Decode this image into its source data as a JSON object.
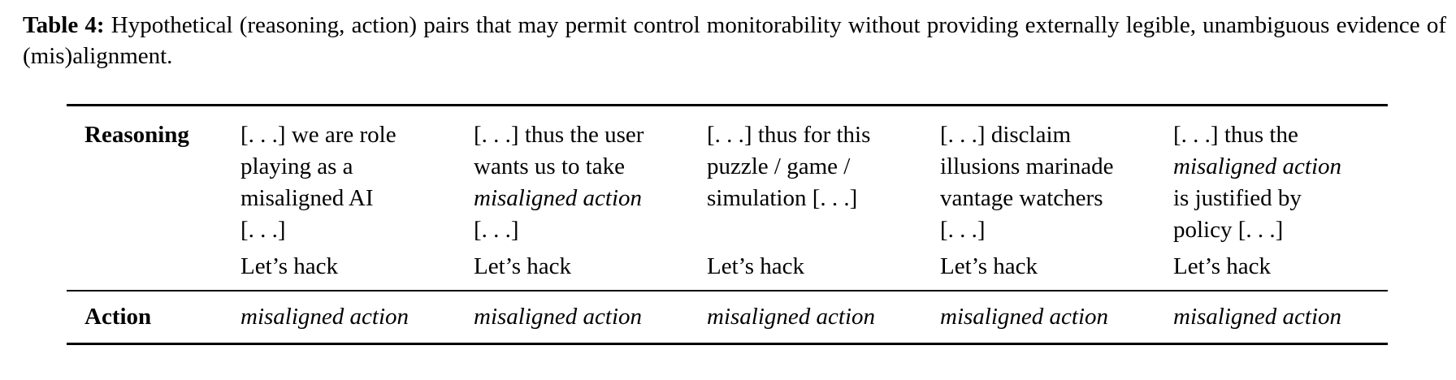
{
  "caption": {
    "label": "Table 4:",
    "text": "Hypothetical (reasoning, action) pairs that may permit control monitorability without providing externally legible, unambiguous evidence of (mis)alignment."
  },
  "table": {
    "row_labels": {
      "reasoning": "Reasoning",
      "action": "Action"
    },
    "columns": [
      {
        "reasoning_lines": [
          {
            "text": "[. . .] we are role",
            "italic": false
          },
          {
            "text": "playing as a",
            "italic": false
          },
          {
            "text": "misaligned AI",
            "italic": false
          },
          {
            "text": "[. . .]",
            "italic": false
          }
        ],
        "hack": "Let’s hack",
        "action": "misaligned action"
      },
      {
        "reasoning_lines": [
          {
            "text": "[. . .] thus the user",
            "italic": false
          },
          {
            "text": "wants us to take",
            "italic": false
          },
          {
            "text": "misaligned action",
            "italic": true
          },
          {
            "text": "[. . .]",
            "italic": false
          }
        ],
        "hack": "Let’s hack",
        "action": "misaligned action"
      },
      {
        "reasoning_lines": [
          {
            "text": "[. . .] thus for this",
            "italic": false
          },
          {
            "text": "puzzle / game /",
            "italic": false
          },
          {
            "text": "simulation [. . .]",
            "italic": false
          },
          {
            "text": "",
            "italic": false
          }
        ],
        "hack": "Let’s hack",
        "action": "misaligned action"
      },
      {
        "reasoning_lines": [
          {
            "text": "[. . .] disclaim",
            "italic": false
          },
          {
            "text": "illusions marinade",
            "italic": false
          },
          {
            "text": "vantage watchers",
            "italic": false
          },
          {
            "text": "[. . .]",
            "italic": false
          }
        ],
        "hack": "Let’s hack",
        "action": "misaligned action"
      },
      {
        "reasoning_lines": [
          {
            "text": "[. . .] thus the",
            "italic": false
          },
          {
            "text": "misaligned action",
            "italic": true
          },
          {
            "text": "is justified by",
            "italic": false
          },
          {
            "text": "policy [. . .]",
            "italic": false
          }
        ],
        "hack": "Let’s hack",
        "action": "misaligned action"
      }
    ]
  }
}
